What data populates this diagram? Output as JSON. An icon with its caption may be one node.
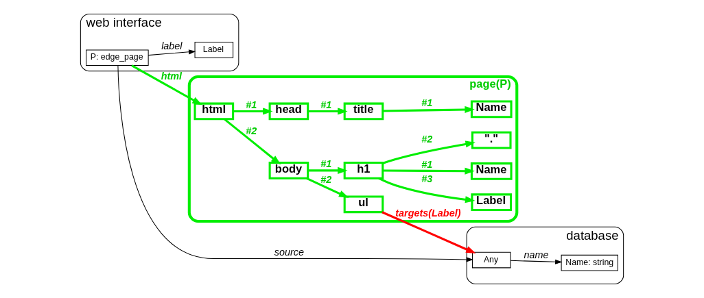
{
  "diagram": {
    "nodes": [
      {
        "text": [
          "web interface"
        ]
      },
      {
        "text": [
          "P: edge_page"
        ],
        "in": 0
      },
      {
        "text": [
          "Label"
        ],
        "in": 0
      },
      {
        "text": [
          "page(P)"
        ]
      },
      {
        "text": [
          "html"
        ],
        "in": 3
      },
      {
        "text": [
          "head"
        ],
        "in": 3
      },
      {
        "text": [
          "title"
        ],
        "in": 3
      },
      {
        "text": [
          "Name"
        ],
        "in": 3
      },
      {
        "text": [
          "body"
        ],
        "in": 3
      },
      {
        "text": [
          "h1"
        ],
        "in": 3
      },
      {
        "text": [
          "Name"
        ],
        "in": 3
      },
      {
        "text": [
          "\".\""
        ],
        "in": 3
      },
      {
        "text": [
          "Label"
        ],
        "in": 3
      },
      {
        "text": [
          "ul"
        ],
        "in": 3
      },
      {
        "text": [
          "database"
        ]
      },
      {
        "text": [
          "Any"
        ],
        "in": 14
      },
      {
        "text": [
          "Name: string"
        ],
        "in": 14
      }
    ],
    "edges": [
      {
        "from": 1,
        "to": 2,
        "arrow": "to",
        "label": "label",
        "color": "#000000"
      },
      {
        "from": 1,
        "to": 4,
        "arrow": "to",
        "label": "html"
      },
      {
        "from": 4,
        "to": 5,
        "arrow": "to",
        "label": "#1"
      },
      {
        "from": 5,
        "to": 6,
        "arrow": "to",
        "label": "#1"
      },
      {
        "from": 6,
        "to": 7,
        "arrow": "to",
        "label": "#1"
      },
      {
        "from": 4,
        "to": 8,
        "arrow": "to",
        "label": "#2"
      },
      {
        "from": 8,
        "to": 9,
        "arrow": "to",
        "label": "#1"
      },
      {
        "from": 9,
        "to": 10,
        "arrow": "to",
        "label": "#1"
      },
      {
        "from": 9,
        "to": 11,
        "arrow": "to",
        "label": "#2"
      },
      {
        "from": 9,
        "to": 12,
        "arrow": "to",
        "label": "#3"
      },
      {
        "from": 8,
        "to": 13,
        "arrow": "to",
        "label": "#2"
      },
      {
        "from": 1,
        "to": 15,
        "arrow": "to",
        "label": "source",
        "color": "#000000"
      },
      {
        "from": 13,
        "to": 15,
        "arrow": "to",
        "label": "targets(Label)",
        "color": "#ff0000"
      },
      {
        "from": 15,
        "to": 16,
        "arrow": "to",
        "label": "name",
        "color": "#000000"
      }
    ]
  }
}
